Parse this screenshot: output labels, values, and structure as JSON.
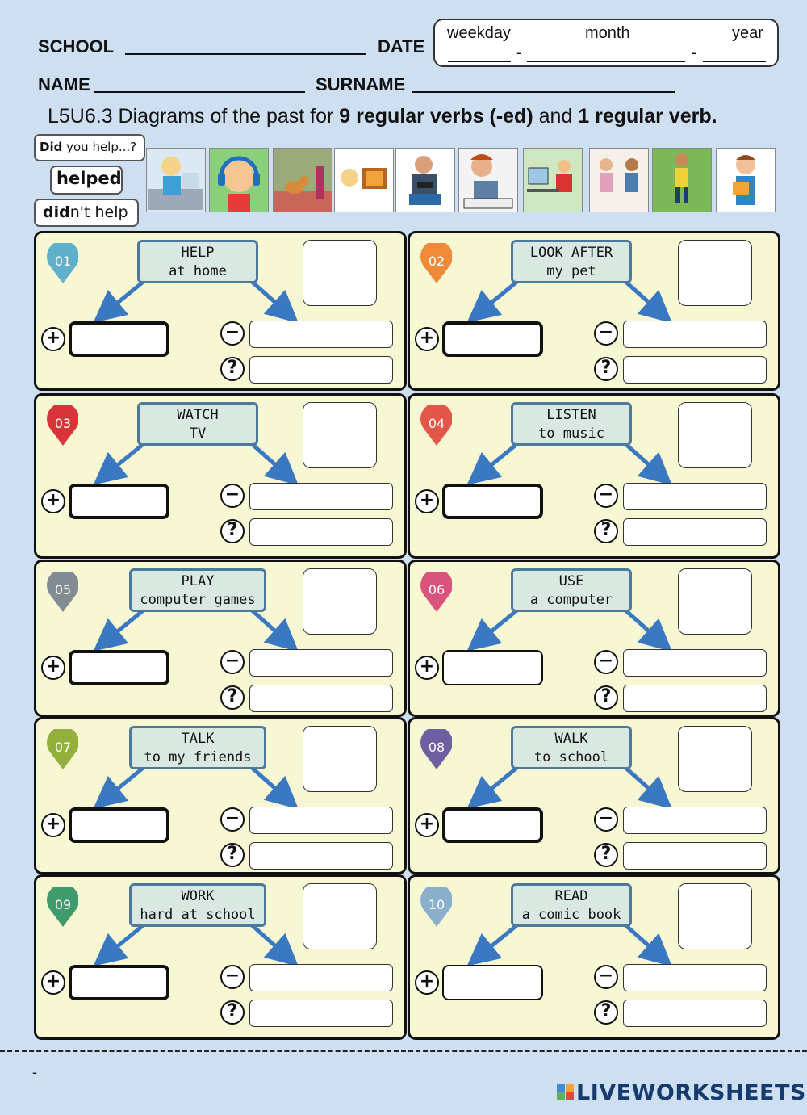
{
  "header": {
    "school_label": "SCHOOL",
    "date_label": "DATE",
    "name_label": "NAME",
    "surname_label": "SURNAME",
    "date_fields": {
      "weekday": "weekday",
      "month": "month",
      "year": "year",
      "sep": "-"
    }
  },
  "title": {
    "prefix": "L5U6.3 Diagrams of the past for ",
    "bold1": "9 regular verbs (-ed)",
    "mid": " and ",
    "bold2": "1 regular verb."
  },
  "examples": {
    "question_bold": "Did",
    "question_rest": " you help...?",
    "affirmative": "helped",
    "negative_bold": "did",
    "negative_rest": "n't help"
  },
  "pictures": [
    "girl-washing-dishes",
    "boy-listening-music",
    "cat-pet",
    "girl-watching-tv",
    "boy-playing-games",
    "man-working-hard",
    "boy-using-computer",
    "friends-talking",
    "boy-walking-to-school",
    "boy-reading-comic"
  ],
  "cards": [
    {
      "num": "01",
      "verb": "HELP",
      "object": "at home",
      "color": "#5fb0c8"
    },
    {
      "num": "02",
      "verb": "LOOK AFTER",
      "object": "my pet",
      "color": "#ee8a3a"
    },
    {
      "num": "03",
      "verb": "WATCH",
      "object": "TV",
      "color": "#d9343a"
    },
    {
      "num": "04",
      "verb": "LISTEN",
      "object": "to music",
      "color": "#e2574a"
    },
    {
      "num": "05",
      "verb": "PLAY",
      "object": "computer games",
      "color": "#838b93"
    },
    {
      "num": "06",
      "verb": "USE",
      "object": "a computer",
      "color": "#d9537c"
    },
    {
      "num": "07",
      "verb": "TALK",
      "object": "to my friends",
      "color": "#93b03d"
    },
    {
      "num": "08",
      "verb": "WALK",
      "object": "to school",
      "color": "#6e5fa0"
    },
    {
      "num": "09",
      "verb": "WORK",
      "object": "hard at school",
      "color": "#3f9a6c"
    },
    {
      "num": "10",
      "verb": "READ",
      "object": "a comic book",
      "color": "#8ab0cc"
    }
  ],
  "symbols": {
    "plus": "+",
    "minus": "−",
    "question": "?"
  },
  "footer": {
    "left_mark": "-",
    "brand": "LIVEWORKSHEETS"
  }
}
